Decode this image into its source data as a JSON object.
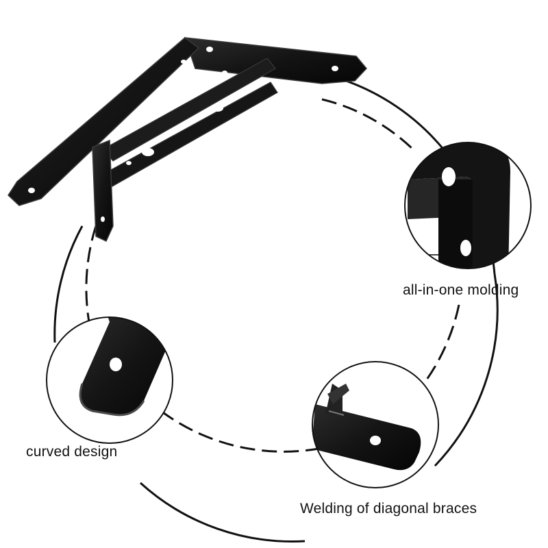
{
  "captions": {
    "molding": "all-in-one molding",
    "curved": "curved design",
    "welding": "Welding of diagonal braces"
  },
  "colors": {
    "metal": "#151515",
    "metal_edge": "#3a3a3a",
    "line": "#111111",
    "background": "#ffffff"
  },
  "icons": {
    "product": "shelf-bracket",
    "detail_1": "bracket-corner-closeup",
    "detail_2": "bracket-curved-end-closeup",
    "detail_3": "bracket-weld-end-closeup"
  }
}
